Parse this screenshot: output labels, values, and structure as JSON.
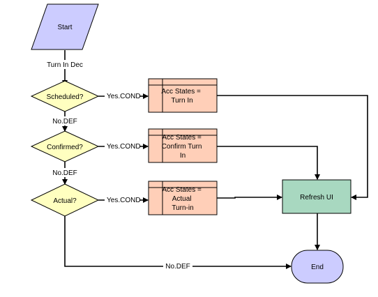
{
  "nodes": {
    "start": {
      "label": "Start",
      "shape": "parallelogram",
      "fill": "#ccccff"
    },
    "scheduled": {
      "label": "Scheduled?",
      "shape": "diamond",
      "fill": "#ffffc0"
    },
    "confirmed": {
      "label": "Confirmed?",
      "shape": "diamond",
      "fill": "#ffffc0"
    },
    "actual": {
      "label": "Actual?",
      "shape": "diamond",
      "fill": "#ffffc0"
    },
    "acc_turn_in": {
      "lines": [
        "Acc States =",
        "Turn In"
      ],
      "shape": "subprocess",
      "fill": "#ffcfb8"
    },
    "acc_confirm": {
      "lines": [
        "Acc States =",
        "Confirm Turn",
        "In"
      ],
      "shape": "subprocess",
      "fill": "#ffcfb8"
    },
    "acc_actual": {
      "lines": [
        "Acc States =",
        "Actual",
        "Turn-in"
      ],
      "shape": "subprocess",
      "fill": "#ffcfb8"
    },
    "refresh": {
      "label": "Refresh UI",
      "shape": "rectangle",
      "fill": "#a8d8c0"
    },
    "end": {
      "label": "End",
      "shape": "terminator",
      "fill": "#ccccff"
    }
  },
  "edges": {
    "start_to_scheduled": "Turn In Dec",
    "scheduled_yes": "Yes.COND",
    "scheduled_no": "No.DEF",
    "confirmed_yes": "Yes.COND",
    "confirmed_no": "No.DEF",
    "actual_yes": "Yes.COND",
    "actual_no": "No.DEF"
  }
}
